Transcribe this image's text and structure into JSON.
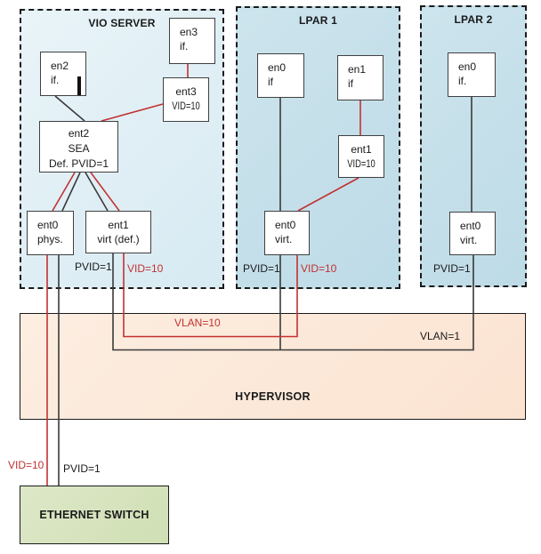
{
  "panels": {
    "vio": {
      "title": "VIO SERVER"
    },
    "lpar1": {
      "title": "LPAR 1"
    },
    "lpar2": {
      "title": "LPAR 2"
    },
    "hypervisor": {
      "title": "HYPERVISOR"
    },
    "switch": {
      "title": "ETHERNET SWITCH"
    }
  },
  "nodes": {
    "vio_en2": {
      "line1": "en2",
      "line2": "if."
    },
    "vio_en3": {
      "line1": "en3",
      "line2": "if."
    },
    "vio_ent3": {
      "line1": "ent3",
      "line2": "VID=10"
    },
    "vio_ent2": {
      "line1": "ent2",
      "line2": "SEA",
      "line3": "Def. PVID=1"
    },
    "vio_ent0": {
      "line1": "ent0",
      "line2": "phys."
    },
    "vio_ent1": {
      "line1": "ent1",
      "line2": "virt (def.)"
    },
    "lpar1_en0": {
      "line1": "en0",
      "line2": "if"
    },
    "lpar1_en1": {
      "line1": "en1",
      "line2": "if"
    },
    "lpar1_ent1": {
      "line1": "ent1",
      "line2": "VID=10"
    },
    "lpar1_ent0": {
      "line1": "ent0",
      "line2": "virt."
    },
    "lpar2_en0": {
      "line1": "en0",
      "line2": "if."
    },
    "lpar2_ent0": {
      "line1": "ent0",
      "line2": "virt."
    }
  },
  "labels": {
    "vio_pvid": "PVID=1",
    "vio_vid": "VID=10",
    "lpar1_pvid": "PVID=1",
    "lpar1_vid": "VID=10",
    "lpar2_pvid": "PVID=1",
    "vlan10": "VLAN=10",
    "vlan1": "VLAN=1",
    "switch_vid": "VID=10",
    "switch_pvid": "PVID=1"
  },
  "colors": {
    "red_line": "#c23131",
    "black_line": "#3a3a3a",
    "vio_fill": "#dcecf3",
    "lpar_fill": "#c3dde8",
    "hypervisor_fill": "#fce7d7",
    "switch_fill": "#d6e2ba"
  }
}
